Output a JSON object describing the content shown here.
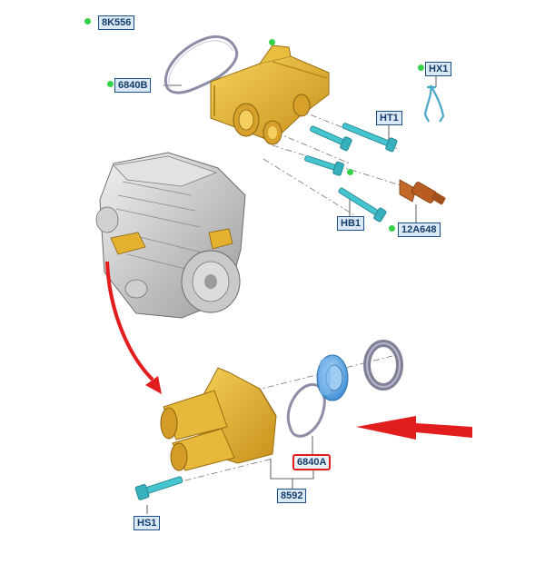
{
  "callouts": [
    {
      "key": "8k556",
      "text": "8K556"
    },
    {
      "key": "6840b",
      "text": "6840B"
    },
    {
      "key": "hx1",
      "text": "HX1"
    },
    {
      "key": "ht1",
      "text": "HT1"
    },
    {
      "key": "hb1",
      "text": "HB1"
    },
    {
      "key": "12a648",
      "text": "12A648"
    },
    {
      "key": "6840a",
      "text": "6840A"
    },
    {
      "key": "8592",
      "text": "8592"
    },
    {
      "key": "hs1",
      "text": "HS1"
    }
  ],
  "colors": {
    "housing": "#e6b42d",
    "bolt": "#43c4cf",
    "callout_border": "#1c4f86",
    "callout_fill": "#dbe9f6",
    "highlight": "#e11d1d",
    "marker": "#37d24a",
    "thermostat": "#5aa7e6"
  }
}
